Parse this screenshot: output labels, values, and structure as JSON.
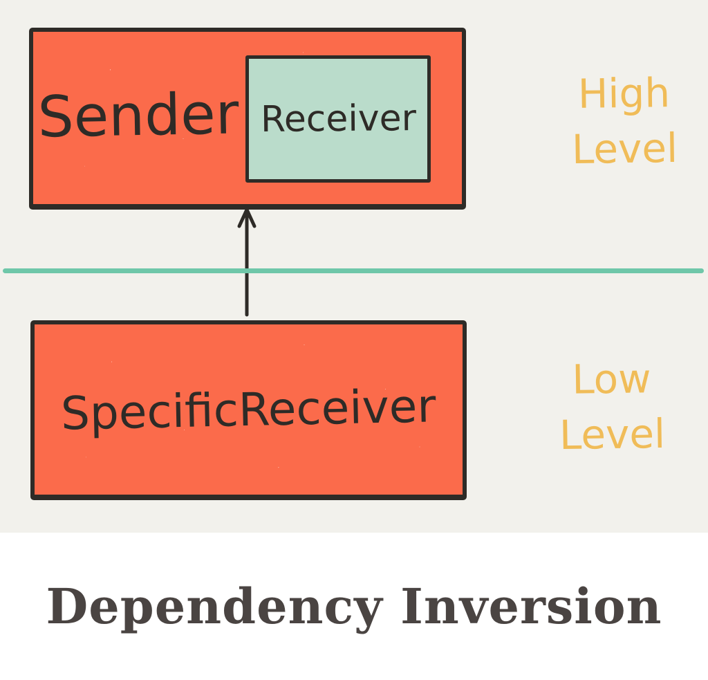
{
  "colors": {
    "canvas-bg": "#F2F1EC",
    "band-bg": "#FFFFFF",
    "box-orange": "#FB6B4B",
    "box-mint": "#BADCCB",
    "divider-teal": "#6FC7A9",
    "ink": "#2E2B27",
    "level-amber": "#F0BC58",
    "title-charcoal": "#4A4442"
  },
  "boxes": {
    "sender": {
      "label": "Sender"
    },
    "receiver": {
      "label": "Receiver"
    },
    "specific_receiver": {
      "label": "SpecificReceiver"
    }
  },
  "annotations": {
    "high_level": {
      "line1": "High",
      "line2": "Level"
    },
    "low_level": {
      "line1": "Low",
      "line2": "Level"
    }
  },
  "caption": {
    "title": "Dependency Inversion"
  }
}
